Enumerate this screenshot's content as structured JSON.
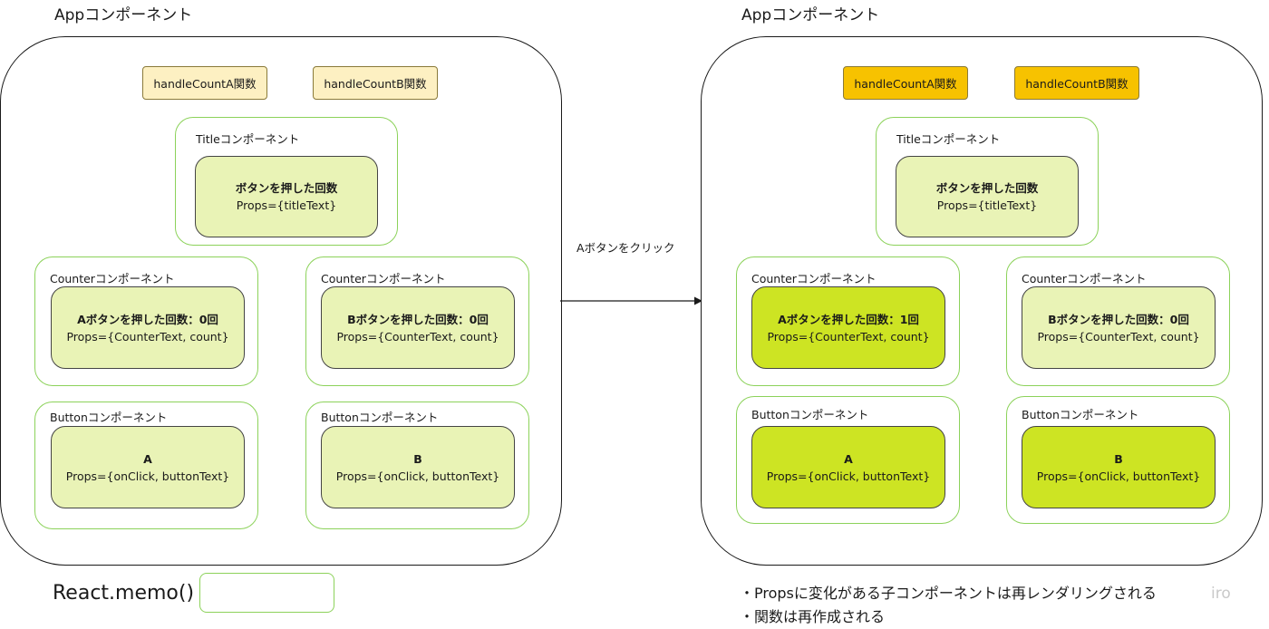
{
  "before": {
    "app_label": "Appコンポーネント",
    "fn_a": "handleCountA関数",
    "fn_b": "handleCountB関数",
    "title_comp": {
      "label": "Titleコンポーネント",
      "title": "ボタンを押した回数",
      "props": "Props={titleText}"
    },
    "counter_a": {
      "label": "Counterコンポーネント",
      "title": "Aボタンを押した回数：0回",
      "props": "Props={CounterText, count}"
    },
    "counter_b": {
      "label": "Counterコンポーネント",
      "title": "Bボタンを押した回数：0回",
      "props": "Props={CounterText, count}"
    },
    "button_a": {
      "label": "Buttonコンポーネント",
      "title": "A",
      "props": "Props={onClick, buttonText}"
    },
    "button_b": {
      "label": "Buttonコンポーネント",
      "title": "B",
      "props": "Props={onClick, buttonText}"
    }
  },
  "after": {
    "app_label": "Appコンポーネント",
    "fn_a": "handleCountA関数",
    "fn_b": "handleCountB関数",
    "title_comp": {
      "label": "Titleコンポーネント",
      "title": "ボタンを押した回数",
      "props": "Props={titleText}"
    },
    "counter_a": {
      "label": "Counterコンポーネント",
      "title": "Aボタンを押した回数：1回",
      "props": "Props={CounterText, count}"
    },
    "counter_b": {
      "label": "Counterコンポーネント",
      "title": "Bボタンを押した回数：0回",
      "props": "Props={CounterText, count}"
    },
    "button_a": {
      "label": "Buttonコンポーネント",
      "title": "A",
      "props": "Props={onClick, buttonText}"
    },
    "button_b": {
      "label": "Buttonコンポーネント",
      "title": "B",
      "props": "Props={onClick, buttonText}"
    }
  },
  "arrow_label": "Aボタンをクリック",
  "legend": {
    "label": "React.memo()"
  },
  "notes": [
    "・Propsに変化がある子コンポーネントは再レンダリングされる",
    "・関数は再作成される"
  ],
  "watermark": "iro",
  "colors": {
    "component_border": "#8cd25a",
    "fn_unchanged": "#fdf0c2",
    "fn_recreated": "#f7c200",
    "props_unchanged": "#e9f3b6",
    "props_rerendered": "#cde423"
  }
}
